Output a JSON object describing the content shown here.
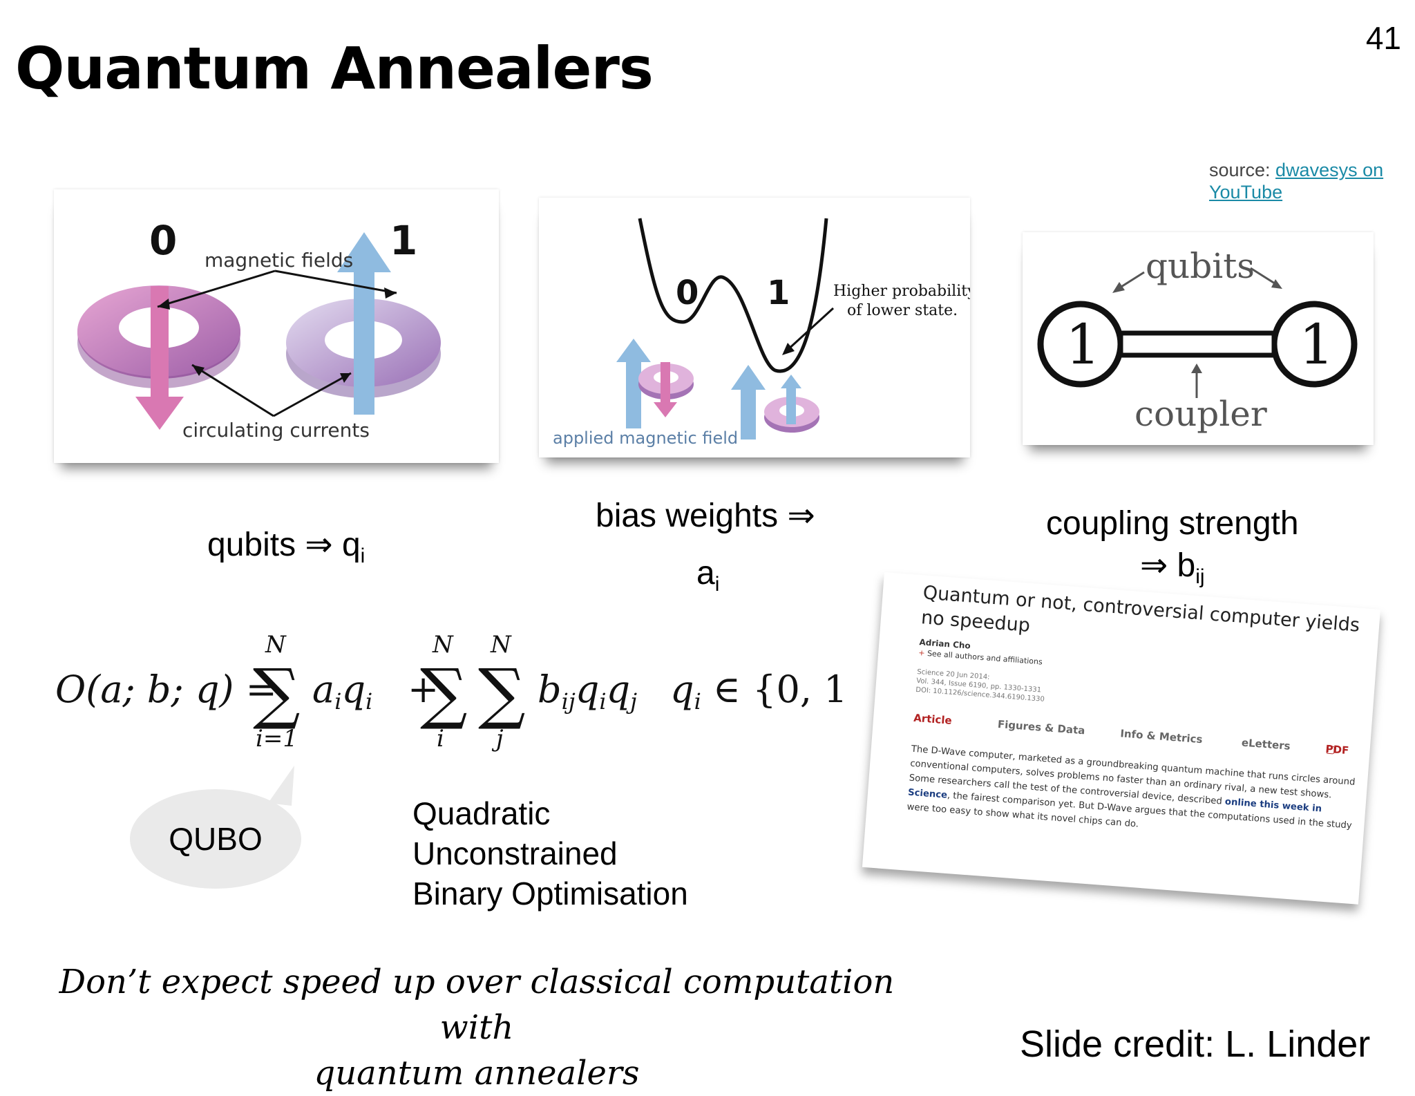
{
  "slide": {
    "title": "Quantum Annealers",
    "number": "41"
  },
  "source": {
    "prefix": "source: ",
    "link_line1": "dwavesys on",
    "link_line2": "YouTube"
  },
  "panel_qubits": {
    "label_0": "0",
    "label_1": "1",
    "magnetic_fields": "magnetic fields",
    "circulating_currents": "circulating currents"
  },
  "panel_bias": {
    "label_0": "0",
    "label_1": "1",
    "higher_prob_line1": "Higher probability",
    "higher_prob_line2": "of lower state.",
    "applied_field": "applied  magnetic  field"
  },
  "panel_coupler": {
    "qubits": "qubits",
    "node_left": "1",
    "node_right": "1",
    "coupler": "coupler"
  },
  "captions": {
    "qubits_text": "qubits ⇒ q",
    "qubits_sub": "i",
    "bias_line1": "bias weights ⇒",
    "bias_var": "a",
    "bias_sub": "i",
    "coupling_line1": "coupling strength",
    "coupling_line2": "⇒ b",
    "coupling_sub": "ij"
  },
  "formula": {
    "lhs": "O(a; b; q) =",
    "sum1_top": "N",
    "sum1_bottom": "i=1",
    "term1": "a",
    "term1_rest": "q",
    "plus": "+",
    "sum2_top": "N",
    "sum2_bottom": "i",
    "sum3_top": "N",
    "sum3_bottom": "j",
    "term2": "b",
    "condition": "q",
    "condition_rest": "∈ {0, 1}"
  },
  "qubo": {
    "bubble": "QUBO",
    "line1": "Quadratic",
    "line2": "Unconstrained",
    "line3": "Binary Optimisation"
  },
  "article": {
    "title": "Quantum or not, controversial computer yields no speedup",
    "author": "Adrian Cho",
    "affiliations": "See all authors and affiliations",
    "meta_line1": "Science  20 Jun 2014:",
    "meta_line2": "Vol. 344, Issue 6190, pp. 1330-1331",
    "meta_line3": "DOI: 10.1126/science.344.6190.1330",
    "tab_article": "Article",
    "tab_figures": "Figures & Data",
    "tab_info": "Info & Metrics",
    "tab_eletters": "eLetters",
    "tab_pdf": "PDF",
    "body_part1": "The D-Wave computer, marketed as a groundbreaking quantum machine that runs circles around conventional computers, solves problems no faster than an ordinary rival, a new test shows. Some researchers call the test of the controversial device, described ",
    "body_link": "online this week in Science",
    "body_part2": ", the fairest comparison yet. But D-Wave argues that the computations used in the study were too easy to show what its novel chips can do."
  },
  "footer": {
    "warning_line1": "Don’t expect speed up over classical computation with",
    "warning_line2": "quantum annealers",
    "credit": "Slide credit: L. Linder"
  }
}
